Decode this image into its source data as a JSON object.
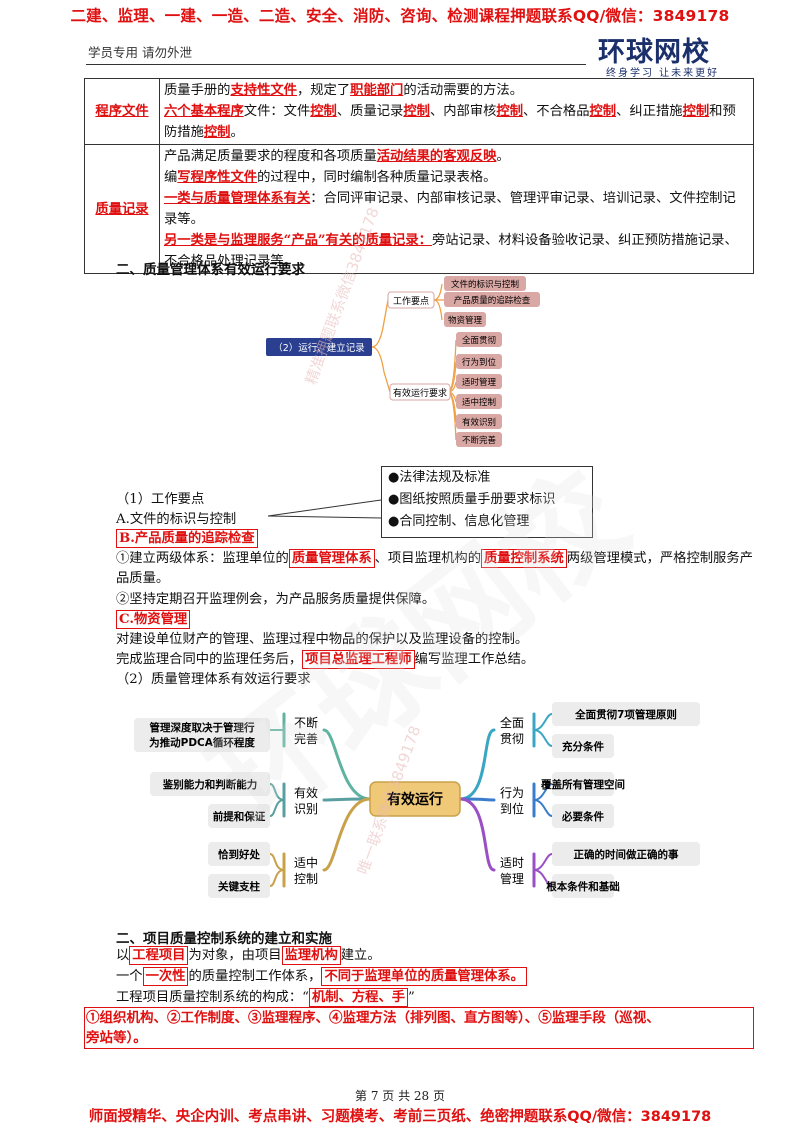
{
  "header": {
    "top_banner": "二建、监理、一建、一造、二造、安全、消防、咨询、检测课程押题联系QQ/微信：3849178",
    "left_note": "学员专用 请勿外泄",
    "logo_main": "环球网校",
    "logo_sub": "终身学习 让未来更好"
  },
  "table": {
    "row1_label": "程序文件",
    "row1_l1_a": "质量手册的",
    "row1_l1_b": "支持性文件",
    "row1_l1_c": "，规定了",
    "row1_l1_d": "职能部门",
    "row1_l1_e": "的活动需要的方法。",
    "row1_l2_a": "六个基本程序",
    "row1_l2_b": "文件：文件",
    "row1_l2_c": "控制",
    "row1_l2_d": "、质量记录",
    "row1_l2_e": "控制",
    "row1_l2_f": "、内部审核",
    "row1_l2_g": "控制",
    "row1_l2_h": "、不合格品",
    "row1_l2_i": "控制",
    "row1_l2_j": "、纠正措施",
    "row1_l2_k": "控制",
    "row1_l2_l": "和预防措施",
    "row1_l2_m": "控制",
    "row1_l2_n": "。",
    "row2_label": "质量记录",
    "row2_l1_a": "产品满足质量要求的程度和各项质量",
    "row2_l1_b": "活动结果的客观反映",
    "row2_l1_c": "。",
    "row2_l2_a": "编",
    "row2_l2_b": "写程序性文件",
    "row2_l2_c": "的过程中，同时编制各种质量记录表格。",
    "row2_l3_a": "一类与质量管理体系有关",
    "row2_l3_b": "：合同评审记录、内部审核记录、管理评审记录、培训记录、文件控制记录等。",
    "row2_l4_a": "另一类是与监理服务“产品”有关的质量记录：",
    "row2_l4_b": "旁站记录、材料设备验收记录、纠正预防措施记录、不合格品处理记录等。"
  },
  "section2_title": "二、质量管理体系有效运行要求",
  "mindmap1": {
    "root": "（2）运行、建立记录",
    "branch1": "工作要点",
    "branch1_items": [
      "文件的标识与控制",
      "产品质量的追踪检查",
      "物资管理"
    ],
    "branch2": "有效运行要求",
    "branch2_items": [
      "全面贯彻",
      "行为到位",
      "适时管理",
      "适中控制",
      "有效识别",
      "不断完善"
    ]
  },
  "callout": {
    "items": [
      "●法律法规及标准",
      "●图纸按照质量手册要求标识",
      "●合同控制、信息化管理"
    ]
  },
  "work_points": {
    "title": "（1）工作要点",
    "a": "A.文件的标识与控制",
    "b": "B.产品质量的追踪检查",
    "b1_a": "①建立两级体系：监理单位的",
    "b1_b": "质量管理体系",
    "b1_c": "、项目监理机构的",
    "b1_d": "质量控制系统",
    "b1_e": "两级管理模式，严格控制服务产品质量。",
    "b2": "②坚持定期召开监理例会，为产品服务质量提供保障。",
    "c": "C.物资管理",
    "c1": "对建设单位财产的管理、监理过程中物品的保护以及监理设备的控制。",
    "c2_a": "完成监理合同中的监理任务后，",
    "c2_b": "项目总监理工程师",
    "c2_c": "编写监理工作总结。",
    "req_title": "（2）质量管理体系有效运行要求"
  },
  "mindmap2": {
    "center": "有效运行",
    "left": [
      {
        "label": "不断完善",
        "leaves": [
          "管理深度取决于管理行为推动PDCA循环程度"
        ]
      },
      {
        "label": "有效识别",
        "leaves": [
          "鉴别能力和判断能力",
          "前提和保证"
        ]
      },
      {
        "label": "适中控制",
        "leaves": [
          "恰到好处",
          "关键支柱"
        ]
      }
    ],
    "right": [
      {
        "label": "全面贯彻",
        "leaves": [
          "全面贯彻7项管理原则",
          "充分条件"
        ]
      },
      {
        "label": "行为到位",
        "leaves": [
          "覆盖所有管理空间",
          "必要条件"
        ]
      },
      {
        "label": "适时管理",
        "leaves": [
          "正确的时间做正确的事",
          "根本条件和基础"
        ]
      }
    ]
  },
  "section3": {
    "title": "二、项目质量控制系统的建立和实施",
    "l1_a": "以",
    "l1_b": "工程项目",
    "l1_c": "为对象，由项目",
    "l1_d": "监理机构",
    "l1_e": "建立。",
    "l2_a": "一个",
    "l2_b": "一次性",
    "l2_c": "的质量控制工作体系，",
    "l2_d": "不同于监理单位的质量管理体系。",
    "l3_a": "工程项目质量控制系统的构成：“",
    "l3_b": "机制、方程、手",
    "l3_c": "”",
    "l4": "①组织机构、②工作制度、③监理程序、④监理方法（排列图、直方图等）、⑤监理手段（巡视、",
    "l5": "旁站等）。"
  },
  "footer": {
    "page": "第 7 页 共 28 页",
    "banner": "师面授精华、央企内训、考点串讲、习题模考、考前三页纸、绝密押题联系QQ/微信：3849178"
  },
  "watermark": {
    "text1": "精准押题联系微信3849178",
    "text2": "唯一联系微信3849178",
    "logo_text": "环球网校"
  },
  "colors": {
    "red": "#e01010",
    "navy": "#1b2f6b",
    "node_pink": "#d9a7a4",
    "line_orange": "#f0a040"
  }
}
